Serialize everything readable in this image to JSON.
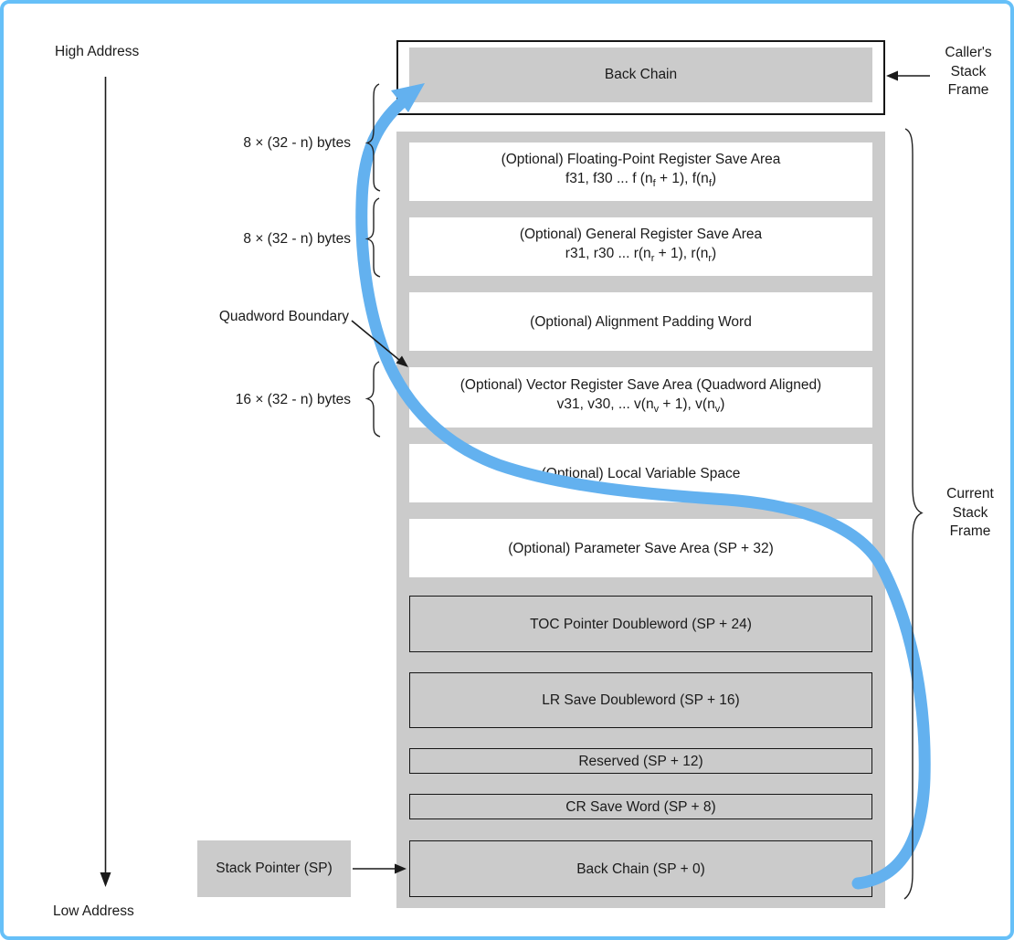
{
  "colors": {
    "frame_border": "#66c0f8",
    "diagram_gray": "#cbcbcb",
    "flow_blue": "#63b1ef",
    "ink": "#1a1a1a"
  },
  "axis": {
    "high_address": "High Address",
    "low_address": "Low Address"
  },
  "side_labels": {
    "fp_size": "8 × (32 - n) bytes",
    "gr_size": "8 × (32 - n) bytes",
    "quadword_boundary": "Quadword Boundary",
    "vr_size": "16 × (32 - n) bytes"
  },
  "stack_pointer": {
    "label": "Stack Pointer (SP)"
  },
  "caller_frame": {
    "box_label": "Back Chain",
    "annotation": [
      "Caller's",
      "Stack",
      "Frame"
    ]
  },
  "current_frame": {
    "annotation": [
      "Current",
      "Stack",
      "Frame"
    ]
  },
  "stack": {
    "rows": [
      {
        "label": "(Optional) Floating-Point Register Save Area",
        "sub": "f31, f30 ... f (n~f~ + 1), f(n~f~)",
        "style": "optional"
      },
      {
        "label": "(Optional) General Register Save Area",
        "sub": "r31, r30 ... r(n~r~ + 1), r(n~r~)",
        "style": "optional"
      },
      {
        "label": "(Optional) Alignment Padding Word",
        "style": "optional"
      },
      {
        "label": "(Optional) Vector Register Save Area (Quadword Aligned)",
        "sub": "v31, v30, ... v(n~v~ + 1), v(n~v~)",
        "style": "optional"
      },
      {
        "label": "(Optional) Local Variable Space",
        "style": "optional"
      },
      {
        "label": "(Optional) Parameter Save Area (SP + 32)",
        "style": "optional"
      },
      {
        "label": "TOC Pointer Doubleword (SP + 24)",
        "style": "required"
      },
      {
        "label": "LR Save Doubleword (SP + 16)",
        "style": "required"
      },
      {
        "label": "Reserved (SP + 12)",
        "style": "required"
      },
      {
        "label": "CR Save Word (SP + 8)",
        "style": "required"
      },
      {
        "label": "Back Chain (SP + 0)",
        "style": "required"
      }
    ]
  }
}
